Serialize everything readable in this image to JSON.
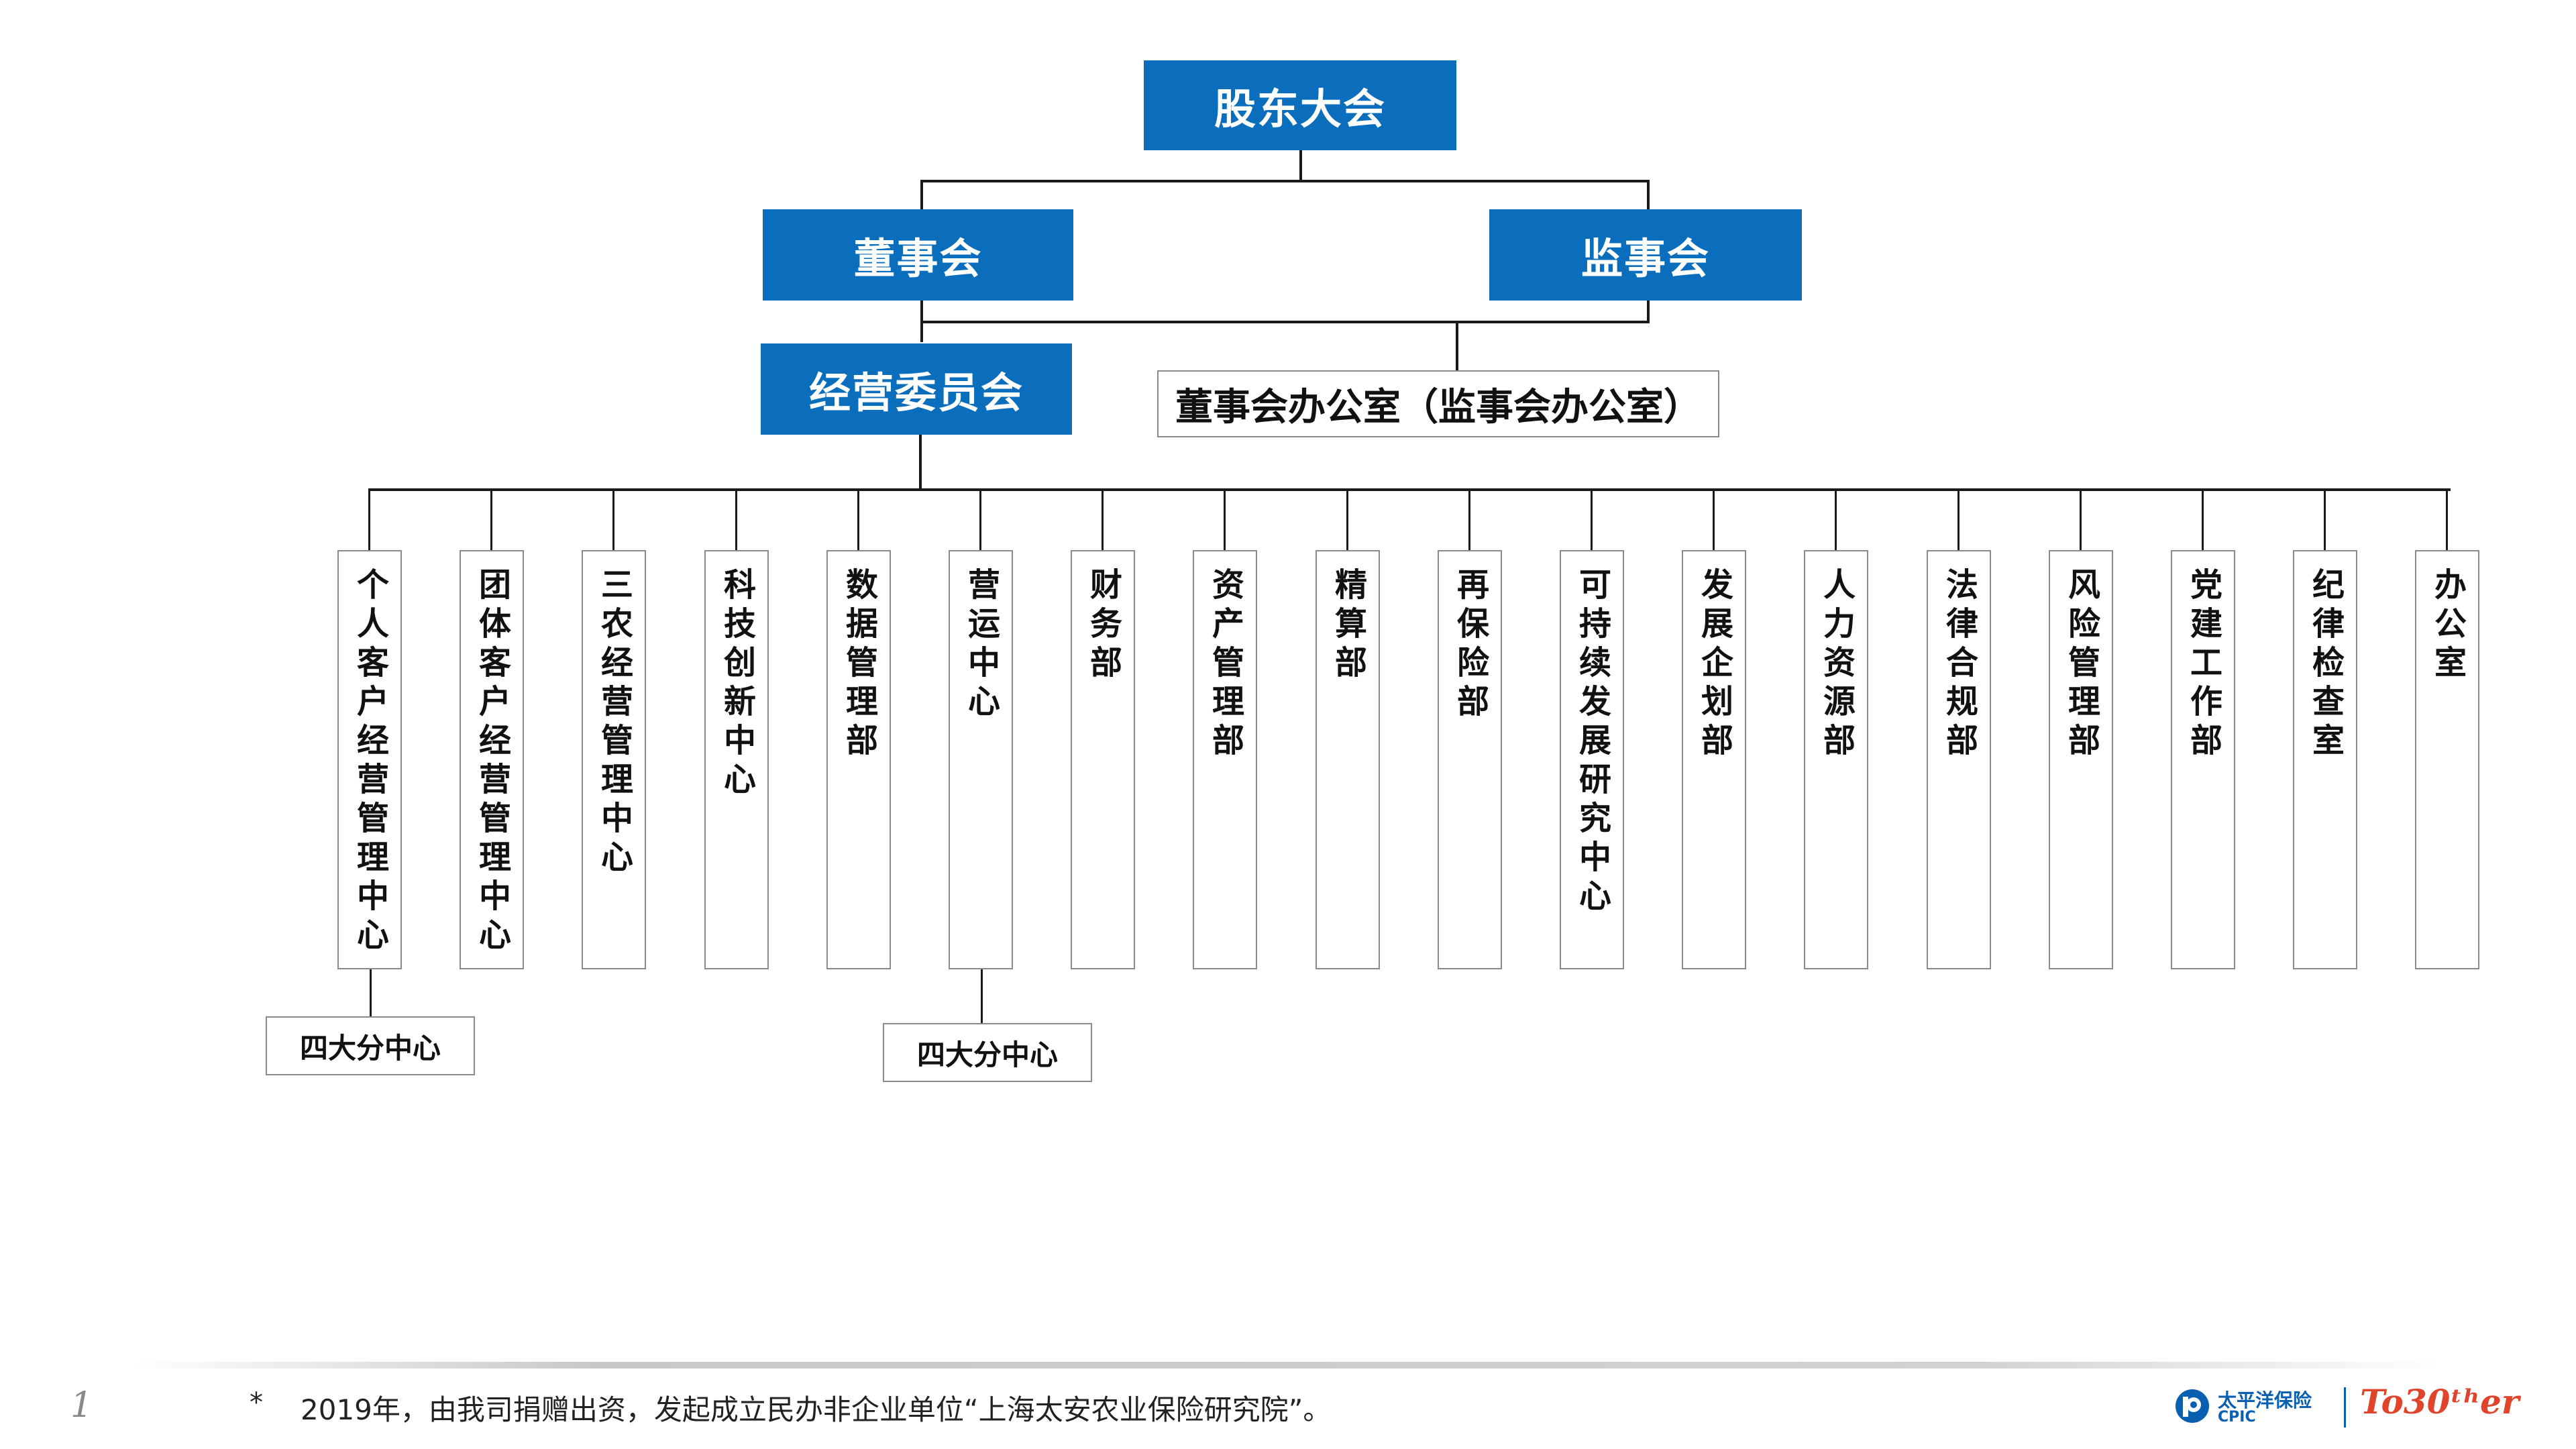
{
  "chart": {
    "top": "股东大会",
    "board": "董事会",
    "supervisory": "监事会",
    "management": "经营委员会",
    "office": "董事会办公室（监事会办公室）",
    "departments": [
      "个人客户经营管理中心",
      "团体客户经营管理中心",
      "三农经营管理中心",
      "科技创新中心",
      "数据管理部",
      "营运中心",
      "财务部",
      "资产管理部",
      "精算部",
      "再保险部",
      "可持续发展研究中心",
      "发展企划部",
      "人力资源部",
      "法律合规部",
      "风险管理部",
      "党建工作部",
      "纪律检查室",
      "办公室"
    ],
    "sub_centers": [
      "四大分中心",
      "四大分中心"
    ]
  },
  "footer": {
    "page_number": "1",
    "star": "*",
    "note": "2019年，由我司捐赠出资，发起成立民办非企业单位“上海太安农业保险研究院”。"
  },
  "logo": {
    "name_cn": "太平洋保险",
    "name_en": "CPIC",
    "slogan": "To30ᵗʰer"
  },
  "colors": {
    "box_blue": "#0a6ebd",
    "line": "#1a1a1a",
    "border": "#8a8a8a",
    "logo_blue": "#0a5fb0",
    "logo_red": "#e0452b"
  }
}
